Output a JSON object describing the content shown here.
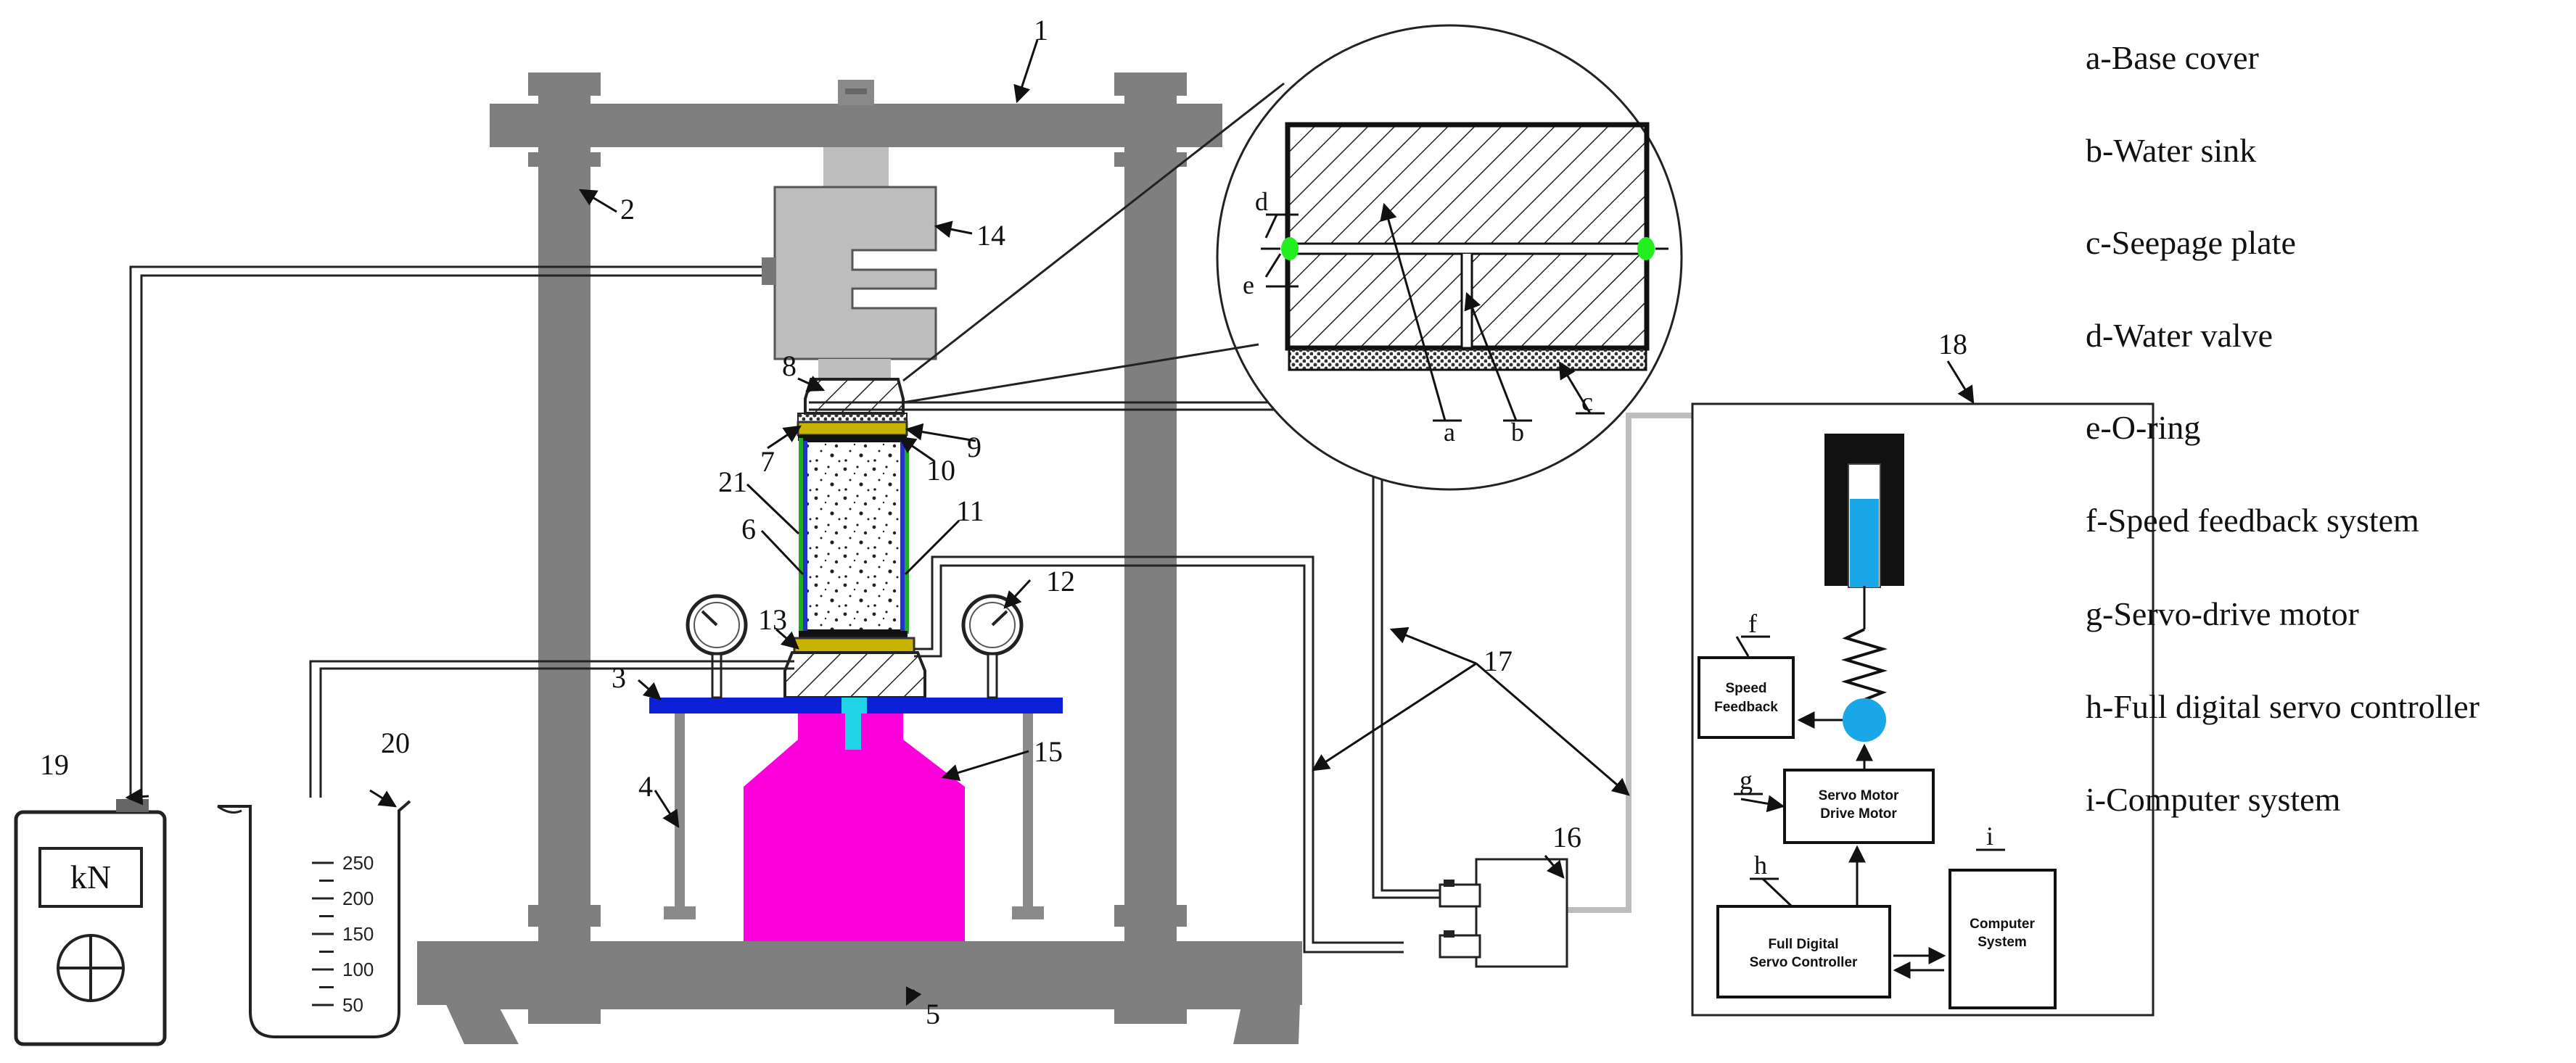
{
  "part_numbers": [
    "1",
    "2",
    "3",
    "4",
    "5",
    "6",
    "7",
    "8",
    "9",
    "10",
    "11",
    "12",
    "13",
    "14",
    "15",
    "16",
    "17",
    "18",
    "19",
    "20",
    "21"
  ],
  "detail_letters": [
    "a",
    "b",
    "c",
    "d",
    "e",
    "f",
    "g",
    "h",
    "i"
  ],
  "legend": [
    {
      "letter": "a",
      "text": "a-Base cover"
    },
    {
      "letter": "b",
      "text": "b-Water sink"
    },
    {
      "letter": "c",
      "text": "c-Seepage plate"
    },
    {
      "letter": "d",
      "text": "d-Water valve"
    },
    {
      "letter": "e",
      "text": "e-O-ring"
    },
    {
      "letter": "f",
      "text": "f-Speed feedback system"
    },
    {
      "letter": "g",
      "text": "g-Servo-drive motor"
    },
    {
      "letter": "h",
      "text": "h-Full digital servo controller"
    },
    {
      "letter": "i",
      "text": "i-Computer system"
    }
  ],
  "controller_boxes": {
    "speed_feedback": [
      "Speed",
      "Feedback"
    ],
    "servo_motor": [
      "Servo Motor",
      "Drive Motor"
    ],
    "full_digital": [
      "Full Digital",
      "Servo Controller"
    ],
    "computer": [
      "Computer",
      "System"
    ]
  },
  "force_meter_unit": "kN",
  "beaker_scale": [
    "250",
    "200",
    "150",
    "100",
    "50"
  ],
  "colors": {
    "platform": "#0a1fd6",
    "jack": "#ff00dd",
    "oring": "#22ee22",
    "water": "#1aa7e8",
    "plate_yellow": "#c8b400",
    "frame": "#7f7f7f",
    "load_cell": "#bdbdbd"
  }
}
